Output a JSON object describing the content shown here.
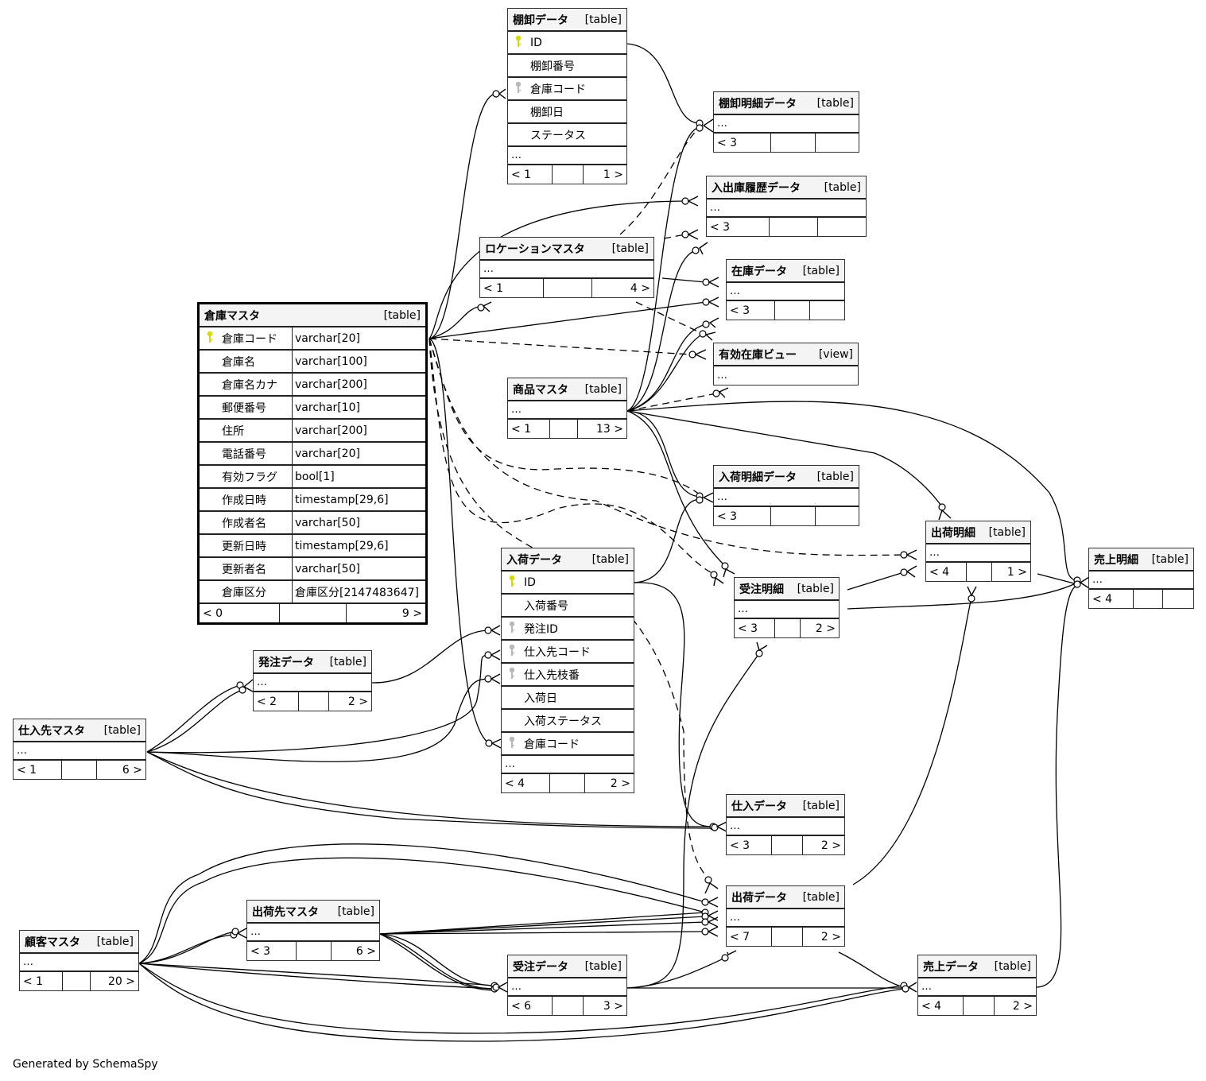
{
  "footer": "Generated by SchemaSpy",
  "colors": {
    "primary_key": "#d9d900",
    "foreign_key": "#b8b8b8",
    "header_bg": "#f4f4f4"
  },
  "tables": {
    "tanaoroshi": {
      "name": "棚卸データ",
      "type": "[table]",
      "columns": [
        {
          "name": "ID",
          "key": "pk"
        },
        {
          "name": "棚卸番号",
          "key": "none"
        },
        {
          "name": "倉庫コード",
          "key": "fk"
        },
        {
          "name": "棚卸日",
          "key": "none"
        },
        {
          "name": "ステータス",
          "key": "none"
        }
      ],
      "ellipsis": "…",
      "parents": "< 1",
      "children": "1 >"
    },
    "tanaoroshi_meisai": {
      "name": "棚卸明細データ",
      "type": "[table]",
      "ellipsis": "…",
      "parents": "< 3",
      "children": ""
    },
    "nyushuko_rireki": {
      "name": "入出庫履歴データ",
      "type": "[table]",
      "ellipsis": "…",
      "parents": "< 3",
      "children": ""
    },
    "location": {
      "name": "ロケーションマスタ",
      "type": "[table]",
      "ellipsis": "…",
      "parents": "< 1",
      "children": "4 >"
    },
    "zaiko": {
      "name": "在庫データ",
      "type": "[table]",
      "ellipsis": "…",
      "parents": "< 3",
      "children": ""
    },
    "yuko_zaiko_view": {
      "name": "有効在庫ビュー",
      "type": "[view]",
      "ellipsis": "…"
    },
    "shohin": {
      "name": "商品マスタ",
      "type": "[table]",
      "ellipsis": "…",
      "parents": "< 1",
      "children": "13 >"
    },
    "soko": {
      "name": "倉庫マスタ",
      "type": "[table]",
      "columns": [
        {
          "name": "倉庫コード",
          "type": "varchar[20]",
          "key": "pk"
        },
        {
          "name": "倉庫名",
          "type": "varchar[100]",
          "key": "none"
        },
        {
          "name": "倉庫名カナ",
          "type": "varchar[200]",
          "key": "none"
        },
        {
          "name": "郵便番号",
          "type": "varchar[10]",
          "key": "none"
        },
        {
          "name": "住所",
          "type": "varchar[200]",
          "key": "none"
        },
        {
          "name": "電話番号",
          "type": "varchar[20]",
          "key": "none"
        },
        {
          "name": "有効フラグ",
          "type": "bool[1]",
          "key": "none"
        },
        {
          "name": "作成日時",
          "type": "timestamp[29,6]",
          "key": "none"
        },
        {
          "name": "作成者名",
          "type": "varchar[50]",
          "key": "none"
        },
        {
          "name": "更新日時",
          "type": "timestamp[29,6]",
          "key": "none"
        },
        {
          "name": "更新者名",
          "type": "varchar[50]",
          "key": "none"
        },
        {
          "name": "倉庫区分",
          "type": "倉庫区分[2147483647]",
          "key": "none"
        }
      ],
      "parents": "< 0",
      "children": "9 >"
    },
    "nyuka_meisai": {
      "name": "入荷明細データ",
      "type": "[table]",
      "ellipsis": "…",
      "parents": "< 3",
      "children": ""
    },
    "shukka_meisai": {
      "name": "出荷明細",
      "type": "[table]",
      "ellipsis": "…",
      "parents": "< 4",
      "children": "1 >"
    },
    "uriage_meisai": {
      "name": "売上明細",
      "type": "[table]",
      "ellipsis": "…",
      "parents": "< 4",
      "children": ""
    },
    "juchu_meisai": {
      "name": "受注明細",
      "type": "[table]",
      "ellipsis": "…",
      "parents": "< 3",
      "children": "2 >"
    },
    "nyuka": {
      "name": "入荷データ",
      "type": "[table]",
      "columns": [
        {
          "name": "ID",
          "key": "pk"
        },
        {
          "name": "入荷番号",
          "key": "none"
        },
        {
          "name": "発注ID",
          "key": "fk"
        },
        {
          "name": "仕入先コード",
          "key": "fk"
        },
        {
          "name": "仕入先枝番",
          "key": "fk"
        },
        {
          "name": "入荷日",
          "key": "none"
        },
        {
          "name": "入荷ステータス",
          "key": "none"
        },
        {
          "name": "倉庫コード",
          "key": "fk"
        }
      ],
      "ellipsis": "…",
      "parents": "< 4",
      "children": "2 >"
    },
    "hatchu": {
      "name": "発注データ",
      "type": "[table]",
      "ellipsis": "…",
      "parents": "< 2",
      "children": "2 >"
    },
    "shiiresaki": {
      "name": "仕入先マスタ",
      "type": "[table]",
      "ellipsis": "…",
      "parents": "< 1",
      "children": "6 >"
    },
    "shiire": {
      "name": "仕入データ",
      "type": "[table]",
      "ellipsis": "…",
      "parents": "< 3",
      "children": "2 >"
    },
    "shukka": {
      "name": "出荷データ",
      "type": "[table]",
      "ellipsis": "…",
      "parents": "< 7",
      "children": "2 >"
    },
    "shukkasaki": {
      "name": "出荷先マスタ",
      "type": "[table]",
      "ellipsis": "…",
      "parents": "< 3",
      "children": "6 >"
    },
    "kokyaku": {
      "name": "顧客マスタ",
      "type": "[table]",
      "ellipsis": "…",
      "parents": "< 1",
      "children": "20 >"
    },
    "juchu": {
      "name": "受注データ",
      "type": "[table]",
      "ellipsis": "…",
      "parents": "< 6",
      "children": "3 >"
    },
    "uriage": {
      "name": "売上データ",
      "type": "[table]",
      "ellipsis": "…",
      "parents": "< 4",
      "children": "2 >"
    }
  },
  "relationships": [
    {
      "from": "tanaoroshi",
      "to": "tanaoroshi_meisai",
      "style": "solid"
    },
    {
      "from": "soko",
      "to": "tanaoroshi",
      "style": "solid"
    },
    {
      "from": "location",
      "to": "tanaoroshi_meisai",
      "style": "dashed"
    },
    {
      "from": "soko",
      "to": "nyushuko_rireki",
      "style": "solid"
    },
    {
      "from": "location",
      "to": "nyushuko_rireki",
      "style": "dashed"
    },
    {
      "from": "soko",
      "to": "location",
      "style": "solid"
    },
    {
      "from": "location",
      "to": "zaiko",
      "style": "solid"
    },
    {
      "from": "soko",
      "to": "zaiko",
      "style": "solid"
    },
    {
      "from": "location",
      "to": "yuko_zaiko_view",
      "style": "dashed"
    },
    {
      "from": "soko",
      "to": "yuko_zaiko_view",
      "style": "dashed"
    },
    {
      "from": "shohin",
      "to": "yuko_zaiko_view",
      "style": "dashed"
    },
    {
      "from": "shohin",
      "to": "tanaoroshi_meisai",
      "style": "solid"
    },
    {
      "from": "shohin",
      "to": "nyushuko_rireki",
      "style": "solid"
    },
    {
      "from": "shohin",
      "to": "zaiko",
      "style": "solid"
    },
    {
      "from": "shohin",
      "to": "nyuka_meisai",
      "style": "solid"
    },
    {
      "from": "shohin",
      "to": "shukka_meisai",
      "style": "solid"
    },
    {
      "from": "shohin",
      "to": "uriage_meisai",
      "style": "solid"
    },
    {
      "from": "shohin",
      "to": "juchu_meisai",
      "style": "solid"
    },
    {
      "from": "soko",
      "to": "nyuka_meisai",
      "style": "dashed"
    },
    {
      "from": "soko",
      "to": "shukka_meisai",
      "style": "dashed"
    },
    {
      "from": "soko",
      "to": "juchu_meisai",
      "style": "dashed"
    },
    {
      "from": "soko",
      "to": "nyuka",
      "style": "solid"
    },
    {
      "from": "soko",
      "to": "shukka",
      "style": "dashed"
    },
    {
      "from": "nyuka",
      "to": "nyuka_meisai",
      "style": "solid"
    },
    {
      "from": "nyuka",
      "to": "shiire",
      "style": "solid"
    },
    {
      "from": "juchu_meisai",
      "to": "shukka_meisai",
      "style": "solid"
    },
    {
      "from": "juchu_meisai",
      "to": "uriage_meisai",
      "style": "solid"
    },
    {
      "from": "shukka_meisai",
      "to": "uriage_meisai",
      "style": "solid"
    },
    {
      "from": "shukka",
      "to": "shukka_meisai",
      "style": "solid"
    },
    {
      "from": "uriage",
      "to": "uriage_meisai",
      "style": "solid"
    },
    {
      "from": "hatchu",
      "to": "nyuka",
      "style": "solid"
    },
    {
      "from": "shiiresaki",
      "to": "hatchu",
      "style": "solid"
    },
    {
      "from": "shiiresaki",
      "to": "nyuka",
      "style": "solid"
    },
    {
      "from": "shiiresaki",
      "to": "shiire",
      "style": "solid"
    },
    {
      "from": "juchu",
      "to": "juchu_meisai",
      "style": "solid"
    },
    {
      "from": "juchu",
      "to": "shukka",
      "style": "solid"
    },
    {
      "from": "juchu",
      "to": "uriage",
      "style": "solid"
    },
    {
      "from": "shukka",
      "to": "uriage",
      "style": "solid"
    },
    {
      "from": "kokyaku",
      "to": "shukkasaki",
      "style": "solid"
    },
    {
      "from": "kokyaku",
      "to": "shukka",
      "style": "solid"
    },
    {
      "from": "kokyaku",
      "to": "juchu",
      "style": "solid"
    },
    {
      "from": "kokyaku",
      "to": "uriage",
      "style": "solid"
    },
    {
      "from": "shukkasaki",
      "to": "shukka",
      "style": "solid"
    },
    {
      "from": "shukkasaki",
      "to": "juchu",
      "style": "solid"
    }
  ]
}
